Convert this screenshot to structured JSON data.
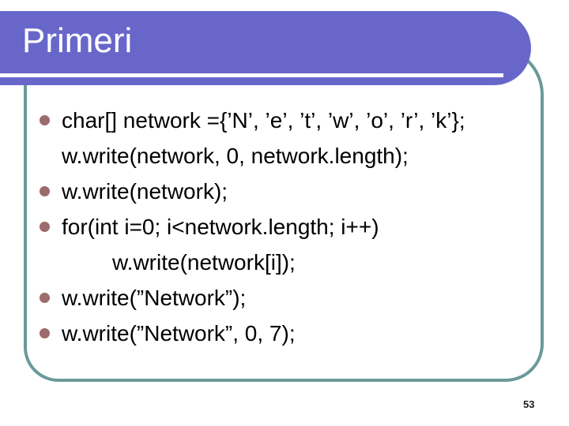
{
  "slide": {
    "title": "Primeri",
    "page_number": "53",
    "bullets": [
      {
        "has_bullet": true,
        "indent": 0,
        "text": "char[] network ={’N’, ’e’, ’t’, ’w’, ’o’, ’r’, ’k’};"
      },
      {
        "has_bullet": false,
        "indent": 1,
        "text": "w.write(network, 0, network.length);"
      },
      {
        "has_bullet": true,
        "indent": 0,
        "text": "w.write(network);"
      },
      {
        "has_bullet": true,
        "indent": 0,
        "text": "for(int i=0; i<network.length; i++)"
      },
      {
        "has_bullet": false,
        "indent": 2,
        "text": "w.write(network[i]);"
      },
      {
        "has_bullet": true,
        "indent": 0,
        "text": "w.write(”Network”);"
      },
      {
        "has_bullet": true,
        "indent": 0,
        "text": "w.write(”Network”, 0, 7);"
      }
    ],
    "colors": {
      "banner": "#6867c9",
      "frame_border": "#6a9a99",
      "bullet": "#9c6b6b",
      "title_text": "#ffffff",
      "body_text": "#000000",
      "page_number": "#1a1a1a"
    }
  }
}
